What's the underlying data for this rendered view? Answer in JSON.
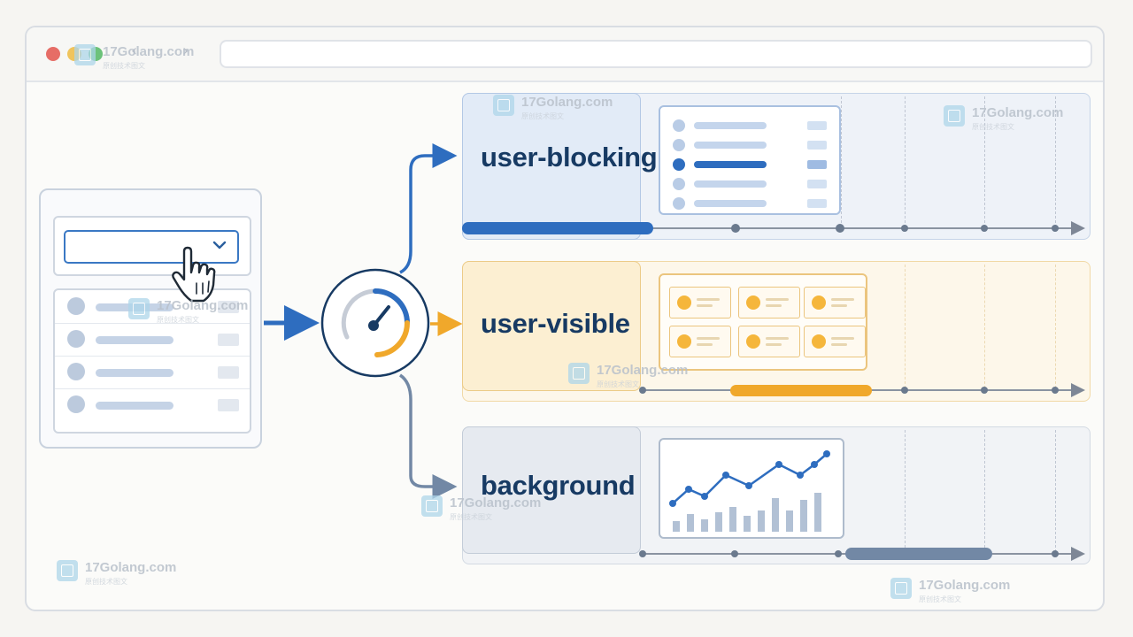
{
  "watermark": {
    "text": "17Golang.com",
    "subtext": "原创技术图文"
  },
  "browser": {
    "back_glyph": "‹",
    "forward_glyph": "›"
  },
  "icons": {
    "browser_close": "red-dot",
    "browser_minimize": "yellow-dot",
    "browser_maximize": "green-dot",
    "dropdown": "chevron-down-icon",
    "pointer": "hand-cursor-icon",
    "scheduler": "gauge-icon"
  },
  "lanes": [
    {
      "id": "user-blocking",
      "label": "user-blocking",
      "accent": "#2e6dbf"
    },
    {
      "id": "user-visible",
      "label": "user-visible",
      "accent": "#f0a82b"
    },
    {
      "id": "background",
      "label": "background",
      "accent": "#7288a5"
    }
  ],
  "colors": {
    "blue": "#2e6dbf",
    "amber": "#f0a82b",
    "slate": "#7288a5",
    "navy": "#173a63"
  }
}
